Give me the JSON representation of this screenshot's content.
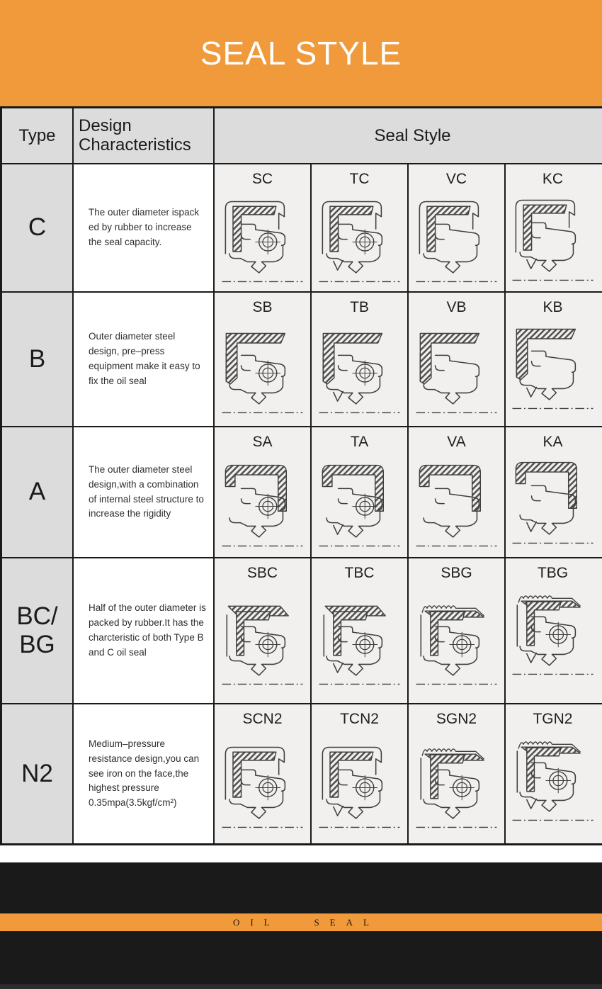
{
  "banner": {
    "title": "SEAL STYLE"
  },
  "colors": {
    "accent_orange": "#F09A3C",
    "border": "#1A1A1A",
    "header_bg": "#DCDCDC",
    "cell_bg": "#F1F0EE",
    "stroke": "#3F3F3F"
  },
  "table": {
    "header": {
      "type": "Type",
      "design": "Design Characteristics",
      "seal": "Seal Style"
    },
    "rows": [
      {
        "type": "C",
        "description": "The outer diameter ispack ed by rubber to increase the seal capacity.",
        "seals": [
          {
            "label": "SC",
            "case": "rubber",
            "spring": true,
            "dustlip": false
          },
          {
            "label": "TC",
            "case": "rubber",
            "spring": true,
            "dustlip": true
          },
          {
            "label": "VC",
            "case": "rubber",
            "spring": false,
            "dustlip": false
          },
          {
            "label": "KC",
            "case": "rubber",
            "spring": false,
            "dustlip": true
          }
        ]
      },
      {
        "type": "B",
        "description": "Outer diameter steel design, pre–press equipment make it easy to fix the oil seal",
        "seals": [
          {
            "label": "SB",
            "case": "metal",
            "spring": true,
            "dustlip": false
          },
          {
            "label": "TB",
            "case": "metal",
            "spring": true,
            "dustlip": true
          },
          {
            "label": "VB",
            "case": "metal",
            "spring": false,
            "dustlip": false
          },
          {
            "label": "KB",
            "case": "metal",
            "spring": false,
            "dustlip": true
          }
        ]
      },
      {
        "type": "A",
        "description": "The outer diameter steel design,with a combination of internal steel structure to increase the rigidity",
        "seals": [
          {
            "label": "SA",
            "case": "metalwrap",
            "spring": true,
            "dustlip": false
          },
          {
            "label": "TA",
            "case": "metalwrap",
            "spring": true,
            "dustlip": true
          },
          {
            "label": "VA",
            "case": "metalwrap",
            "spring": false,
            "dustlip": false
          },
          {
            "label": "KA",
            "case": "metalwrap",
            "spring": false,
            "dustlip": true
          }
        ]
      },
      {
        "type": "BC/\nBG",
        "description": "Half of the outer diameter is packed by rubber.It has the charcteristic of both Type B and C oil seal",
        "seals": [
          {
            "label": "SBC",
            "case": "halfrubber",
            "spring": true,
            "dustlip": false
          },
          {
            "label": "TBC",
            "case": "halfrubber",
            "spring": true,
            "dustlip": true
          },
          {
            "label": "SBG",
            "case": "wave",
            "spring": true,
            "dustlip": false
          },
          {
            "label": "TBG",
            "case": "wave",
            "spring": true,
            "dustlip": true
          }
        ]
      },
      {
        "type": "N2",
        "description": "Medium–pressure resistance design,you can see iron on the face,the highest pressure 0.35mpa(3.5kgf/cm²)",
        "seals": [
          {
            "label": "SCN2",
            "case": "rubber",
            "spring": true,
            "dustlip": false
          },
          {
            "label": "TCN2",
            "case": "rubber",
            "spring": true,
            "dustlip": true
          },
          {
            "label": "SGN2",
            "case": "wave",
            "spring": true,
            "dustlip": false
          },
          {
            "label": "TGN2",
            "case": "wave",
            "spring": true,
            "dustlip": true
          }
        ]
      }
    ]
  },
  "footer": {
    "label": "OIL SEAL"
  }
}
